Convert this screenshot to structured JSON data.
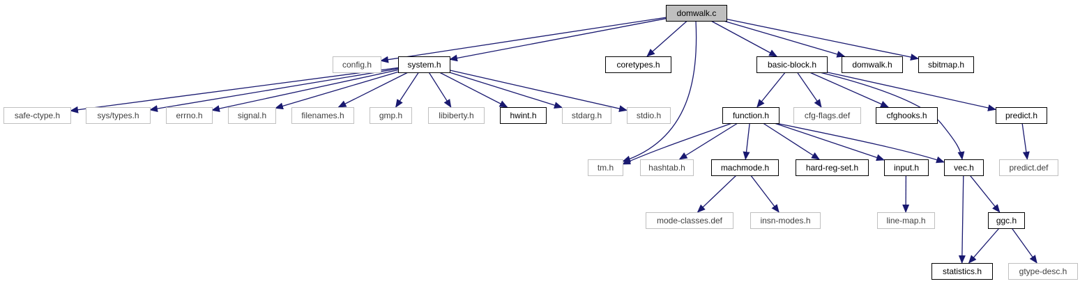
{
  "diagram": {
    "colors": {
      "edge": "#191970",
      "root_fill": "#bfbfbf",
      "strong_border": "#000000",
      "weak_border": "#bfbfbf",
      "strong_text": "#000000",
      "weak_text": "#404040"
    },
    "nodes": [
      {
        "id": "domwalk_c",
        "label": "domwalk.c",
        "style": "root"
      },
      {
        "id": "config_h",
        "label": "config.h",
        "style": "weak"
      },
      {
        "id": "system_h",
        "label": "system.h",
        "style": "strong"
      },
      {
        "id": "coretypes_h",
        "label": "coretypes.h",
        "style": "strong"
      },
      {
        "id": "basic_block_h",
        "label": "basic-block.h",
        "style": "strong"
      },
      {
        "id": "domwalk_h",
        "label": "domwalk.h",
        "style": "strong"
      },
      {
        "id": "sbitmap_h",
        "label": "sbitmap.h",
        "style": "strong"
      },
      {
        "id": "safe_ctype_h",
        "label": "safe-ctype.h",
        "style": "weak"
      },
      {
        "id": "sys_types_h",
        "label": "sys/types.h",
        "style": "weak"
      },
      {
        "id": "errno_h",
        "label": "errno.h",
        "style": "weak"
      },
      {
        "id": "signal_h",
        "label": "signal.h",
        "style": "weak"
      },
      {
        "id": "filenames_h",
        "label": "filenames.h",
        "style": "weak"
      },
      {
        "id": "gmp_h",
        "label": "gmp.h",
        "style": "weak"
      },
      {
        "id": "libiberty_h",
        "label": "libiberty.h",
        "style": "weak"
      },
      {
        "id": "hwint_h",
        "label": "hwint.h",
        "style": "strong"
      },
      {
        "id": "stdarg_h",
        "label": "stdarg.h",
        "style": "weak"
      },
      {
        "id": "stdio_h",
        "label": "stdio.h",
        "style": "weak"
      },
      {
        "id": "function_h",
        "label": "function.h",
        "style": "strong"
      },
      {
        "id": "cfg_flags_def",
        "label": "cfg-flags.def",
        "style": "weak"
      },
      {
        "id": "cfghooks_h",
        "label": "cfghooks.h",
        "style": "strong"
      },
      {
        "id": "predict_h",
        "label": "predict.h",
        "style": "strong"
      },
      {
        "id": "tm_h",
        "label": "tm.h",
        "style": "weak"
      },
      {
        "id": "hashtab_h",
        "label": "hashtab.h",
        "style": "weak"
      },
      {
        "id": "machmode_h",
        "label": "machmode.h",
        "style": "strong"
      },
      {
        "id": "hard_reg_set_h",
        "label": "hard-reg-set.h",
        "style": "strong"
      },
      {
        "id": "input_h",
        "label": "input.h",
        "style": "strong"
      },
      {
        "id": "vec_h",
        "label": "vec.h",
        "style": "strong"
      },
      {
        "id": "predict_def",
        "label": "predict.def",
        "style": "weak"
      },
      {
        "id": "mode_classes_def",
        "label": "mode-classes.def",
        "style": "weak"
      },
      {
        "id": "insn_modes_h",
        "label": "insn-modes.h",
        "style": "weak"
      },
      {
        "id": "line_map_h",
        "label": "line-map.h",
        "style": "weak"
      },
      {
        "id": "ggc_h",
        "label": "ggc.h",
        "style": "strong"
      },
      {
        "id": "statistics_h",
        "label": "statistics.h",
        "style": "strong"
      },
      {
        "id": "gtype_desc_h",
        "label": "gtype-desc.h",
        "style": "weak"
      }
    ],
    "edges": [
      [
        "domwalk_c",
        "config_h"
      ],
      [
        "domwalk_c",
        "system_h"
      ],
      [
        "domwalk_c",
        "coretypes_h"
      ],
      [
        "domwalk_c",
        "tm_h"
      ],
      [
        "domwalk_c",
        "basic_block_h"
      ],
      [
        "domwalk_c",
        "domwalk_h"
      ],
      [
        "domwalk_c",
        "sbitmap_h"
      ],
      [
        "system_h",
        "safe_ctype_h"
      ],
      [
        "system_h",
        "sys_types_h"
      ],
      [
        "system_h",
        "errno_h"
      ],
      [
        "system_h",
        "signal_h"
      ],
      [
        "system_h",
        "filenames_h"
      ],
      [
        "system_h",
        "gmp_h"
      ],
      [
        "system_h",
        "libiberty_h"
      ],
      [
        "system_h",
        "hwint_h"
      ],
      [
        "system_h",
        "stdarg_h"
      ],
      [
        "system_h",
        "stdio_h"
      ],
      [
        "basic_block_h",
        "function_h"
      ],
      [
        "basic_block_h",
        "cfg_flags_def"
      ],
      [
        "basic_block_h",
        "cfghooks_h"
      ],
      [
        "basic_block_h",
        "vec_h"
      ],
      [
        "basic_block_h",
        "predict_h"
      ],
      [
        "function_h",
        "tm_h"
      ],
      [
        "function_h",
        "hashtab_h"
      ],
      [
        "function_h",
        "machmode_h"
      ],
      [
        "function_h",
        "hard_reg_set_h"
      ],
      [
        "function_h",
        "input_h"
      ],
      [
        "function_h",
        "vec_h"
      ],
      [
        "predict_h",
        "predict_def"
      ],
      [
        "machmode_h",
        "mode_classes_def"
      ],
      [
        "machmode_h",
        "insn_modes_h"
      ],
      [
        "input_h",
        "line_map_h"
      ],
      [
        "vec_h",
        "statistics_h"
      ],
      [
        "vec_h",
        "ggc_h"
      ],
      [
        "ggc_h",
        "statistics_h"
      ],
      [
        "ggc_h",
        "gtype_desc_h"
      ]
    ]
  }
}
